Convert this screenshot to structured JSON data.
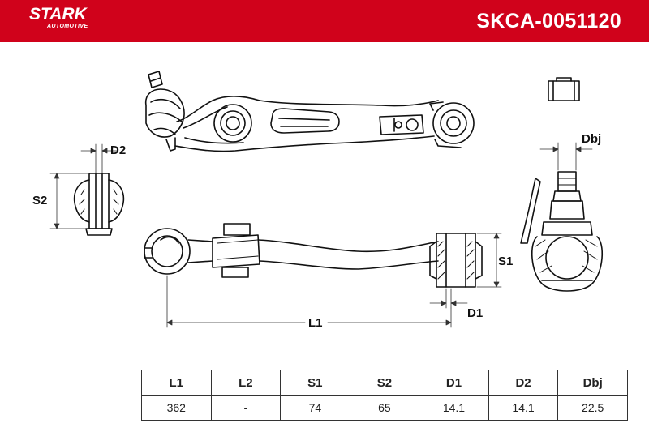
{
  "header": {
    "brand": "STARK",
    "brand_sub": "AUTOMOTIVE",
    "part_number": "SKCA-0051120",
    "background_color": "#d0021b"
  },
  "diagram": {
    "labels": {
      "d2": "D2",
      "s2": "S2",
      "dbj": "Dbj",
      "s1": "S1",
      "l1": "L1",
      "d1": "D1"
    }
  },
  "specs": {
    "headers": [
      "L1",
      "L2",
      "S1",
      "S2",
      "D1",
      "D2",
      "Dbj"
    ],
    "values": [
      "362",
      "-",
      "74",
      "65",
      "14.1",
      "14.1",
      "22.5"
    ]
  }
}
